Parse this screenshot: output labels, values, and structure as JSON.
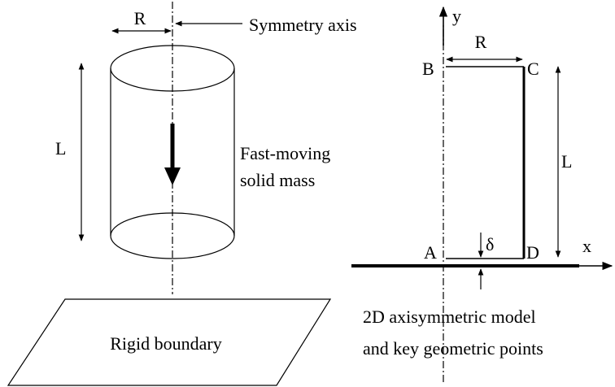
{
  "left_panel": {
    "radius_label": "R",
    "symmetry_axis_label": "Symmetry axis",
    "length_label": "L",
    "mass_label_line1": "Fast-moving",
    "mass_label_line2": "solid mass",
    "boundary_label": "Rigid boundary"
  },
  "right_panel": {
    "y_axis_label": "y",
    "x_axis_label": "x",
    "radius_label": "R",
    "length_label": "L",
    "delta_label": "δ",
    "point_a": "A",
    "point_b": "B",
    "point_c": "C",
    "point_d": "D",
    "caption_line1": "2D axisymmetric model",
    "caption_line2": "and key geometric points"
  }
}
